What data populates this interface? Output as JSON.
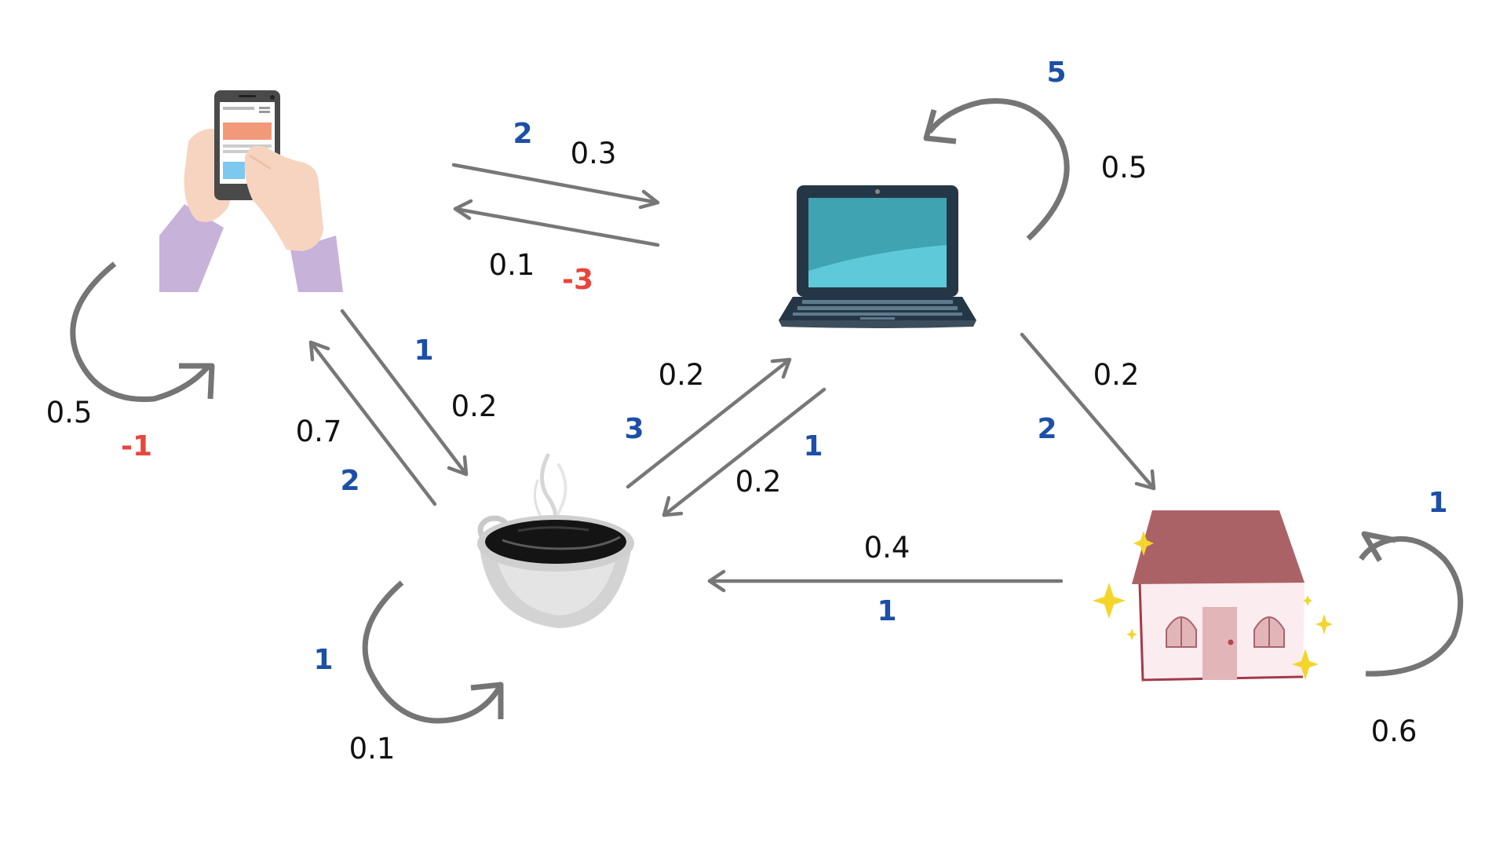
{
  "colors": {
    "arrow": "#777777",
    "positive_reward": "#1c4fa8",
    "negative_reward": "#e8453c",
    "probability": "#111111"
  },
  "nodes": {
    "phone": {
      "icon": "hands-holding-smartphone-icon"
    },
    "laptop": {
      "icon": "laptop-icon"
    },
    "coffee": {
      "icon": "steaming-coffee-cup-icon"
    },
    "house": {
      "icon": "sparkling-house-icon"
    }
  },
  "edges": {
    "phone_to_laptop": {
      "prob": "0.3",
      "reward": "2"
    },
    "laptop_to_phone": {
      "prob": "0.1",
      "reward": "-3"
    },
    "phone_self": {
      "prob": "0.5",
      "reward": "-1"
    },
    "phone_to_coffee": {
      "prob": "0.2",
      "reward": "1"
    },
    "coffee_to_phone": {
      "prob": "0.7",
      "reward": "2"
    },
    "coffee_to_laptop": {
      "prob": "0.2",
      "reward": "3"
    },
    "laptop_to_coffee": {
      "prob": "0.2",
      "reward": "1"
    },
    "laptop_self": {
      "prob": "0.5",
      "reward": "5"
    },
    "laptop_to_house": {
      "prob": "0.2",
      "reward": "2"
    },
    "house_to_coffee": {
      "prob": "0.4",
      "reward": "1"
    },
    "coffee_self": {
      "prob": "0.1",
      "reward": "1"
    },
    "house_self": {
      "prob": "0.6",
      "reward": "1"
    }
  }
}
